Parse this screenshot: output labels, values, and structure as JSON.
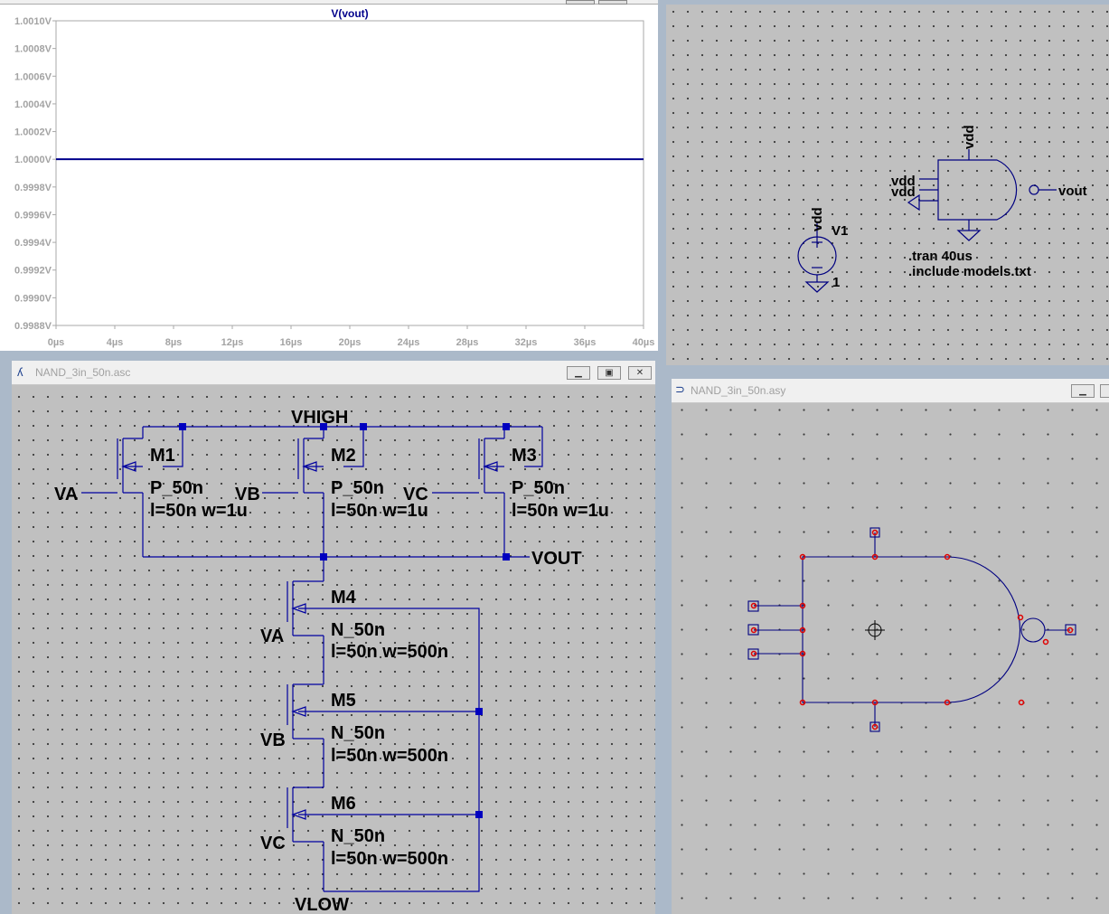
{
  "waveform": {
    "trace_label": "V(vout)",
    "y_ticks": [
      "1.0010V",
      "1.0008V",
      "1.0006V",
      "1.0004V",
      "1.0002V",
      "1.0000V",
      "0.9998V",
      "0.9996V",
      "0.9994V",
      "0.9992V",
      "0.9990V",
      "0.9988V"
    ],
    "x_ticks": [
      "0µs",
      "4µs",
      "8µs",
      "12µs",
      "16µs",
      "20µs",
      "24µs",
      "28µs",
      "32µs",
      "36µs",
      "40µs"
    ],
    "trace_value": 1.0,
    "trace_color": "#00008b"
  },
  "testbench": {
    "vdd_top": "vdd",
    "vdd_in1": "vdd",
    "vdd_in2": "vdd",
    "vout": "vout",
    "source_net": "vdd",
    "source_name": "V1",
    "source_value": "1",
    "directive1": ".tran 40us",
    "directive2": ".include models.txt"
  },
  "schematic": {
    "title": "NAND_3in_50n.asc",
    "vhigh": "VHIGH",
    "vout": "VOUT",
    "vlow": "VLOW",
    "m1": {
      "name": "M1",
      "model": "P_50n",
      "size": "l=50n w=1u",
      "gate": "VA"
    },
    "m2": {
      "name": "M2",
      "model": "P_50n",
      "size": "l=50n w=1u",
      "gate": "VB"
    },
    "m3": {
      "name": "M3",
      "model": "P_50n",
      "size": "l=50n w=1u",
      "gate": "VC"
    },
    "m4": {
      "name": "M4",
      "model": "N_50n",
      "size": "l=50n w=500n",
      "gate": "VA"
    },
    "m5": {
      "name": "M5",
      "model": "N_50n",
      "size": "l=50n w=500n",
      "gate": "VB"
    },
    "m6": {
      "name": "M6",
      "model": "N_50n",
      "size": "l=50n w=500n",
      "gate": "VC"
    }
  },
  "symbol": {
    "title": "NAND_3in_50n.asy"
  },
  "icons": {
    "minimize": "minimize-icon",
    "restore": "restore-icon",
    "close": "close-icon",
    "schematic": "schematic-icon",
    "symbol": "nand-gate-icon"
  }
}
